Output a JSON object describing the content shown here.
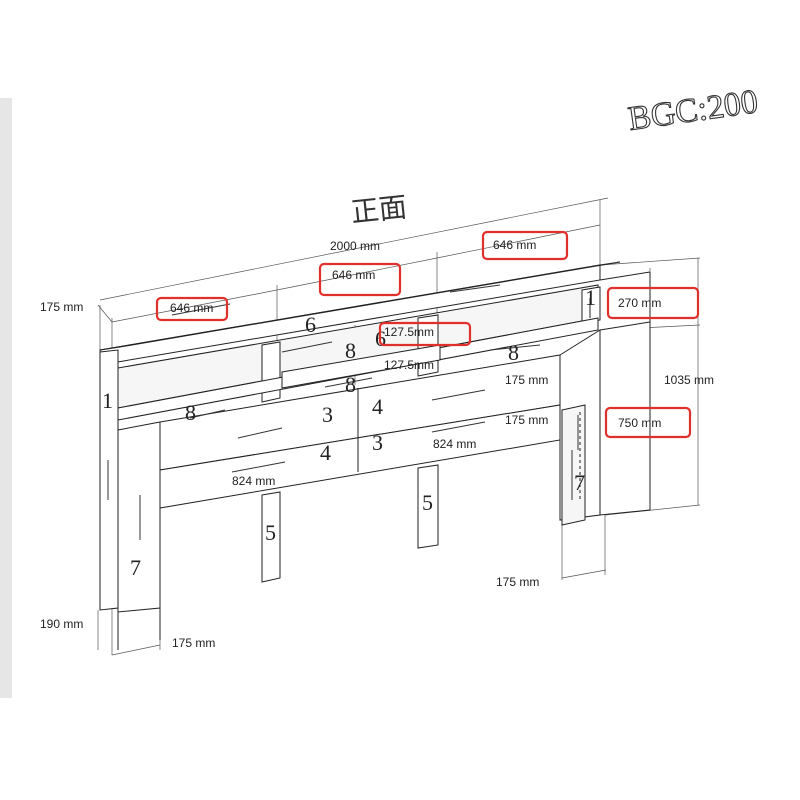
{
  "code_label": "BGC:200",
  "title": "正面",
  "dimensions": {
    "total_width": "2000 mm",
    "top_left_shelf": "646 mm",
    "top_mid_shelf": "646 mm",
    "top_right_shelf": "646 mm",
    "top_depth": "175 mm",
    "center_gap_a": "127.5mm",
    "center_gap_b": "127.5mm",
    "right_depth_a": "175 mm",
    "right_depth_b": "175 mm",
    "side_top": "270 mm",
    "total_height": "1035 mm",
    "side_height": "750 mm",
    "drawer_left": "824 mm",
    "drawer_right": "824 mm",
    "bottom_left_depth": "175 mm",
    "bottom_right_depth": "175 mm",
    "foot_height": "190 mm"
  },
  "part_numbers": {
    "p1_left": "1",
    "p1_right": "1",
    "p3a": "3",
    "p3b": "3",
    "p4a": "4",
    "p4b": "4",
    "p5a": "5",
    "p5b": "5",
    "p6a": "6",
    "p6b": "6",
    "p7a": "7",
    "p7b": "7",
    "p8a": "8",
    "p8b": "8",
    "p8c": "8",
    "p8d": "8"
  },
  "highlight_color": "#e0302b"
}
